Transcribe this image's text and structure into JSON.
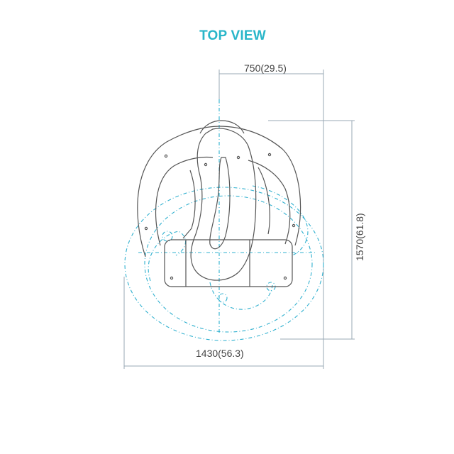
{
  "title": "TOP VIEW",
  "dimensions": {
    "top_width": "750(29.5)",
    "overall_width": "1430(56.3)",
    "overall_depth": "1570(61.8)"
  },
  "colors": {
    "title": "#29b6c9",
    "outline": "#555555",
    "reach": "#2fb0cf",
    "dimension_line": "#9aa8b4"
  }
}
